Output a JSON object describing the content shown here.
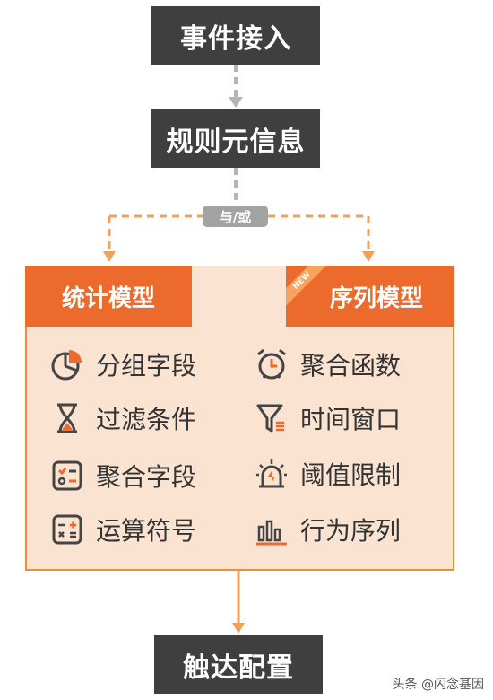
{
  "nodes": {
    "event": "事件接入",
    "rule": "规则元信息",
    "reach": "触达配置"
  },
  "connector_label": "与/或",
  "tabs": {
    "stat": "统计模型",
    "seq": "序列模型",
    "new_ribbon": "NEW"
  },
  "left_items": [
    {
      "label": "分组字段",
      "icon": "pie-chart-icon"
    },
    {
      "label": "过滤条件",
      "icon": "hourglass-icon"
    },
    {
      "label": "聚合字段",
      "icon": "form-list-icon"
    },
    {
      "label": "运算符号",
      "icon": "calculator-icon"
    }
  ],
  "right_items": [
    {
      "label": "聚合函数",
      "icon": "alarm-clock-icon"
    },
    {
      "label": "时间窗口",
      "icon": "filter-funnel-icon"
    },
    {
      "label": "阈值限制",
      "icon": "alarm-siren-icon"
    },
    {
      "label": "行为序列",
      "icon": "bar-chart-icon"
    }
  ],
  "watermark": "头条 @闪念基因",
  "colors": {
    "dark_box": "#3f3f3f",
    "orange": "#ec6b2c",
    "panel_bg": "#fbe3d1",
    "dashed_gray": "#b5b5b5",
    "dashed_orange": "#f2a15b"
  }
}
